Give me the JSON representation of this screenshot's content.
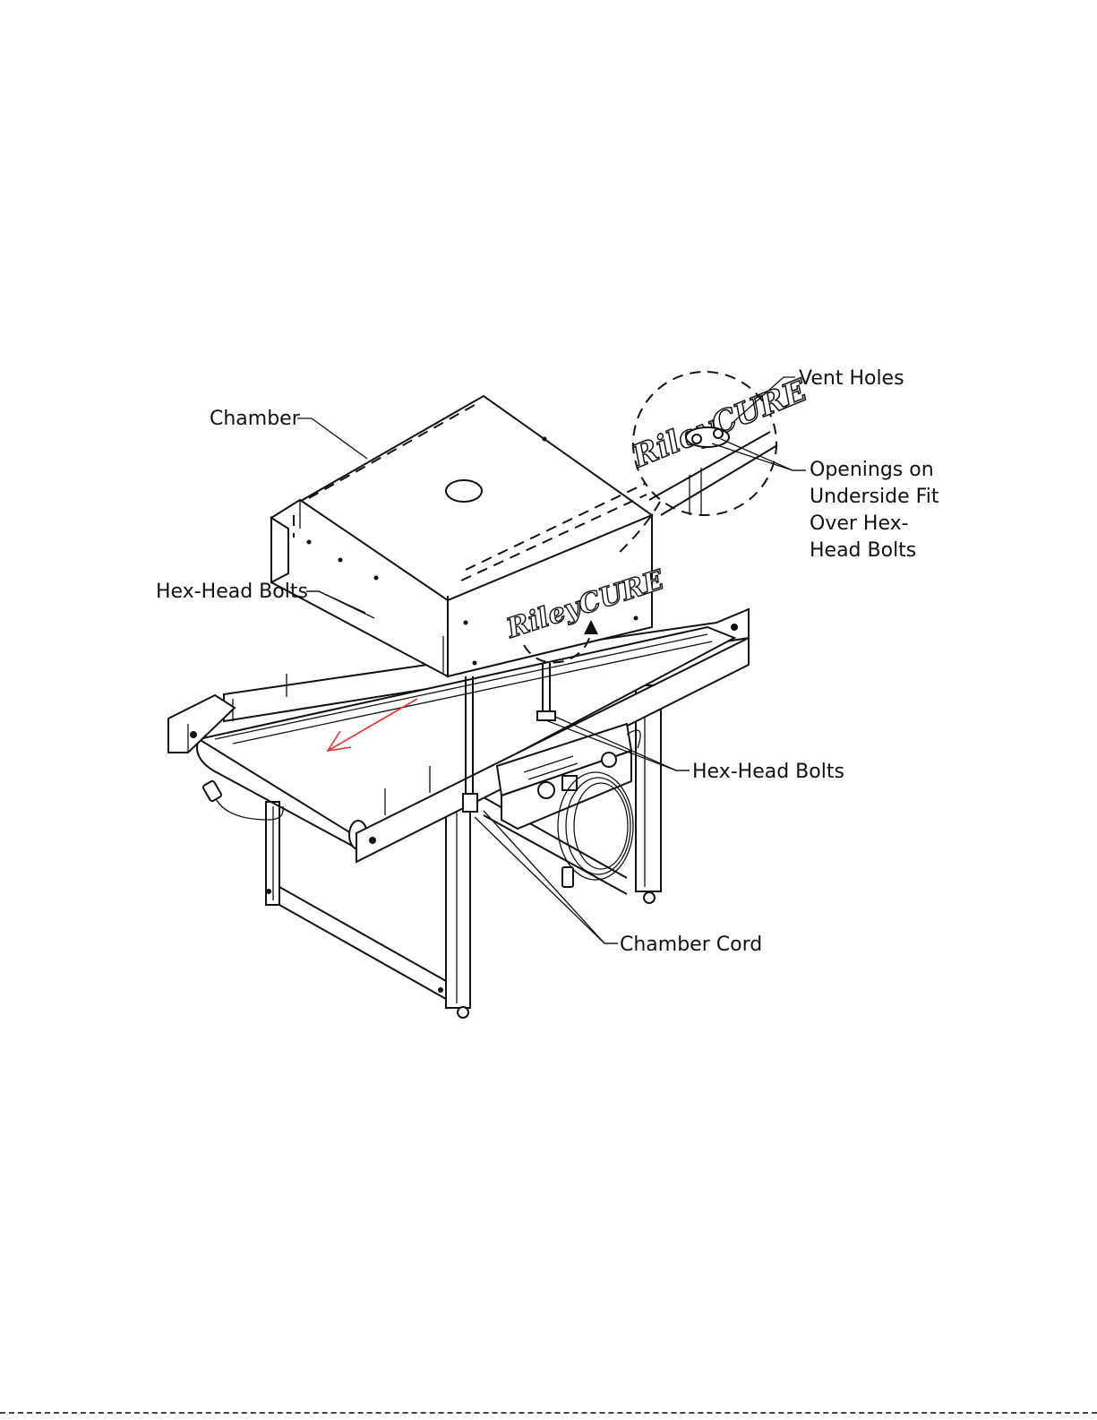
{
  "callouts": {
    "chamber": "Chamber",
    "vent_holes": "Vent Holes",
    "openings_line1": "Openings on",
    "openings_line2": "Underside Fit",
    "openings_line3": "Over Hex-",
    "openings_line4": "Head Bolts",
    "hex_bolts_left": "Hex-Head Bolts",
    "hex_bolts_right": "Hex-Head Bolts",
    "chamber_cord": "Chamber Cord"
  },
  "logo": {
    "brand_text": "RileyCURE"
  },
  "colors": {
    "line": "#111111",
    "arrow_red": "#e8322d",
    "background": "#ffffff"
  },
  "icons": [
    "rotate-arrow-icon",
    "belt-direction-arrow-icon",
    "detail-magnifier-icon"
  ]
}
